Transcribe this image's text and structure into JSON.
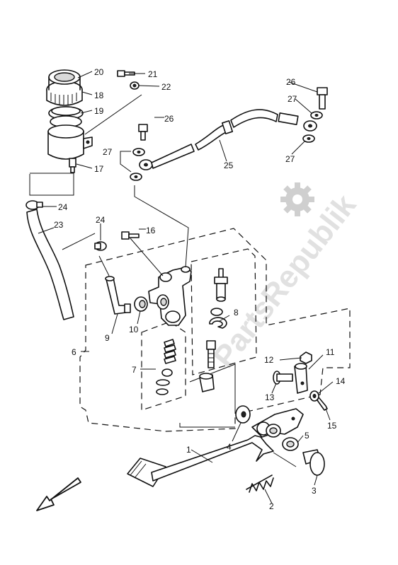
{
  "watermark": "PartsRepublik",
  "labels": {
    "l1": "1",
    "l2": "2",
    "l3": "3",
    "l4": "4",
    "l5": "5",
    "l6": "6",
    "l7": "7",
    "l8": "8",
    "l9": "9",
    "l10": "10",
    "l11": "11",
    "l12": "12",
    "l13": "13",
    "l14": "14",
    "l15": "15",
    "l16": "16",
    "l17": "17",
    "l18": "18",
    "l19": "19",
    "l20": "20",
    "l21": "21",
    "l22": "22",
    "l23": "23",
    "l24a": "24",
    "l24b": "24",
    "l25": "25",
    "l26a": "26",
    "l26b": "26",
    "l27a": "27",
    "l27b": "27",
    "l27c": "27"
  },
  "icons": {
    "gear": "gear-icon",
    "arrow": "direction-arrow-icon"
  }
}
